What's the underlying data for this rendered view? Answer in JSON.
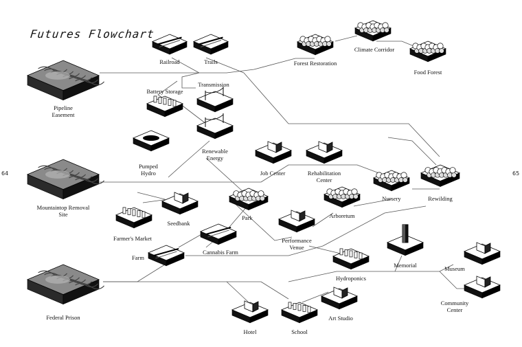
{
  "title": "Futures Flowchart",
  "page_left": "64",
  "page_right": "65",
  "nodes": {
    "pipeline": "Pipeline\nEasement",
    "mountaintop": "Mountaintop Removal\nSite",
    "prison": "Federal Prison",
    "railroad": "Railroad",
    "trails": "Trails",
    "forest_restoration": "Forest Restoration",
    "climate_corridor": "Climate Corridor",
    "food_forest": "Food Forest",
    "battery_storage": "Battery Storage",
    "transmission": "Transmission",
    "renewable_energy": "Renewable\nEnergy",
    "pumped_hydro": "Pumped\nHydro",
    "job_center": "Job Center",
    "rehab_center": "Rehabilitation\nCenter",
    "nursery": "Nursery",
    "rewilding": "Rewilding",
    "seedbank": "Seedbank",
    "park": "Park",
    "arboretum": "Arboretum",
    "farmers_market": "Farmer's Market",
    "farm": "Farm",
    "cannabis_farm": "Cannabis Farm",
    "performance_venue": "Performance\nVenue",
    "hydroponics": "Hydroponics",
    "memorial": "Memorial",
    "museum": "Museum",
    "community_center": "Community\nCenter",
    "hotel": "Hotel",
    "school": "School",
    "art_studio": "Art Studio"
  }
}
